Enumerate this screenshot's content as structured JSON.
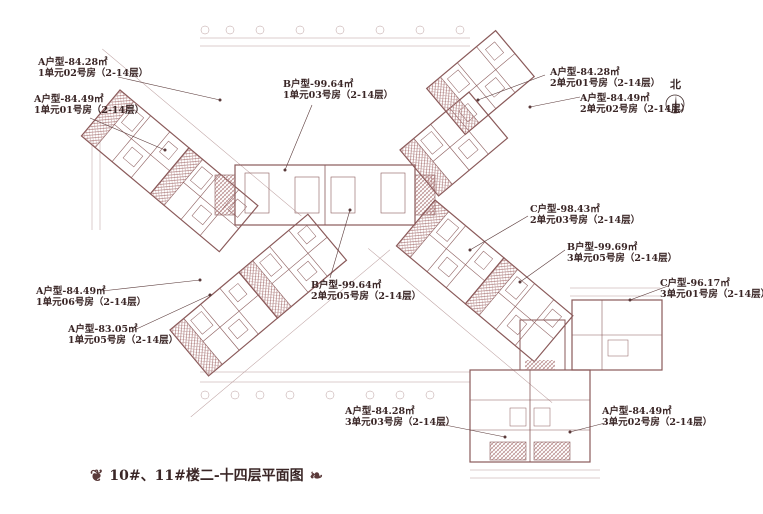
{
  "title": "10#、11#楼二-十四层平面图",
  "north_label": "北",
  "units": [
    {
      "type": "A户型-84.28㎡",
      "room": "1单元02号房（2-14层）"
    },
    {
      "type": "A户型-84.49㎡",
      "room": "1单元01号房（2-14层）"
    },
    {
      "type": "B户型-99.64㎡",
      "room": "1单元03号房（2-14层）"
    },
    {
      "type": "A户型-84.28㎡",
      "room": "2单元01号房（2-14层）"
    },
    {
      "type": "A户型-84.49㎡",
      "room": "2单元02号房（2-14层）"
    },
    {
      "type": "C户型-98.43㎡",
      "room": "2单元03号房（2-14层）"
    },
    {
      "type": "B户型-99.69㎡",
      "room": "3单元05号房（2-14层）"
    },
    {
      "type": "C户型-96.17㎡",
      "room": "3单元01号房（2-14层）"
    },
    {
      "type": "B户型-99.64㎡",
      "room": "2单元05号房（2-14层）"
    },
    {
      "type": "A户型-84.49㎡",
      "room": "1单元06号房（2-14层）"
    },
    {
      "type": "A户型-83.05㎡",
      "room": "1单元05号房（2-14层）"
    },
    {
      "type": "A户型-84.28㎡",
      "room": "3单元03号房（2-14层）"
    },
    {
      "type": "A户型-84.49㎡",
      "room": "3单元02号房（2-14层）"
    }
  ],
  "colors": {
    "line": "#8a5a5a",
    "hatch": "#b08080",
    "text": "#3a2626"
  }
}
